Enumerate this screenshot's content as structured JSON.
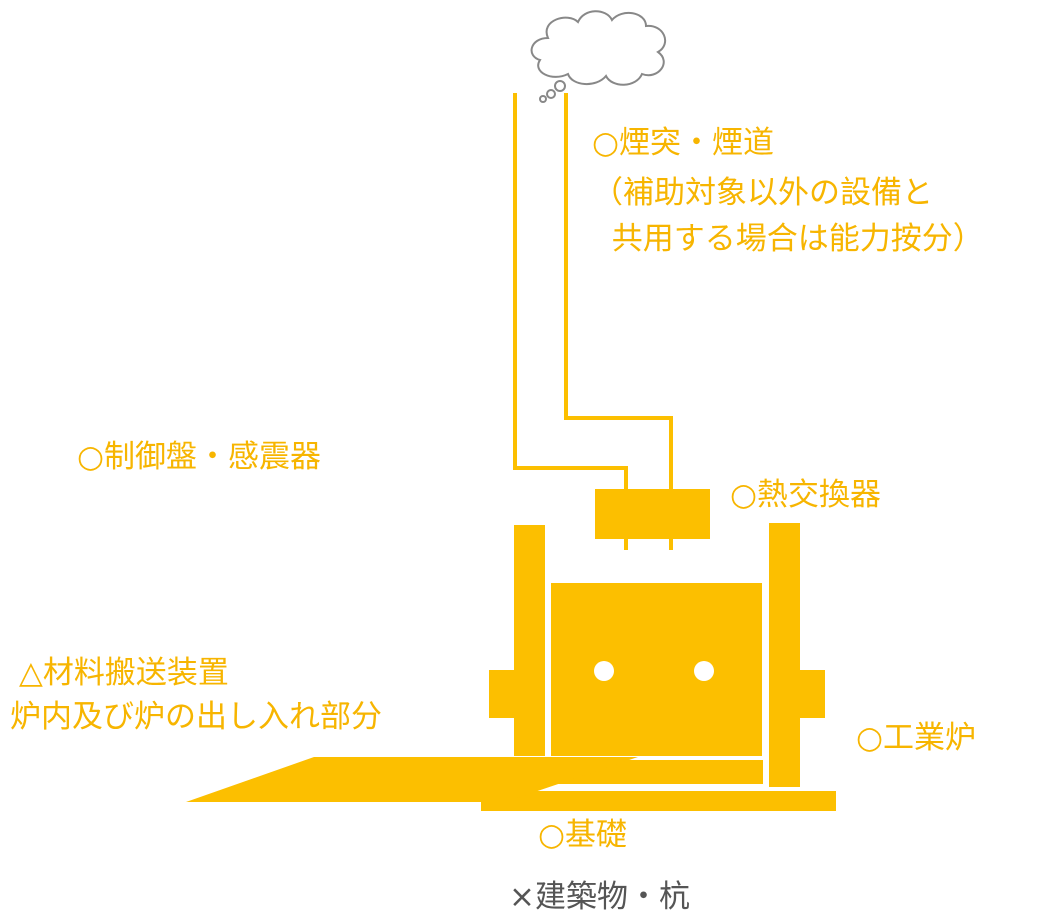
{
  "colors": {
    "accent": "#FCBF00",
    "text_accent": "#F7B500",
    "text_gray": "#555555",
    "background": "#FFFFFF"
  },
  "labels": {
    "chimney": "○煙突・煙道",
    "chimney_note_line1": "（補助対象以外の設備と",
    "chimney_note_line2": "  共用する場合は能力按分）",
    "control_panel": "○制御盤・感震器",
    "heat_exchanger": "○熱交換器",
    "transfer_line1": "△材料搬送装置",
    "transfer_line2": "炉内及び炉の出し入れ部分",
    "furnace": "○工業炉",
    "foundation": "○基礎",
    "building": "×建築物・杭"
  }
}
